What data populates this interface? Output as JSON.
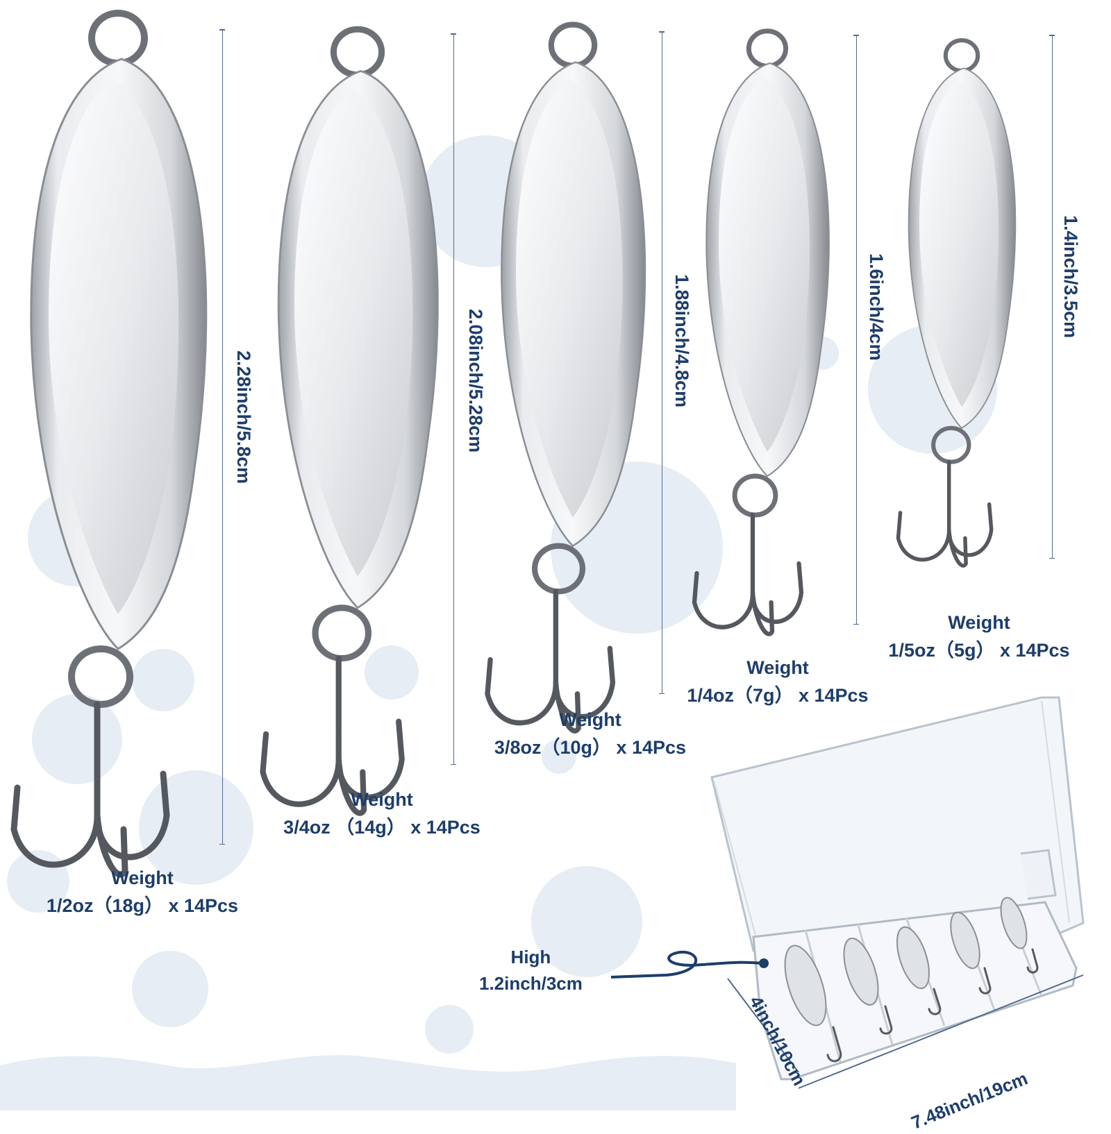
{
  "colors": {
    "text": "#1d3d6a",
    "bubble": "#e6edf4",
    "metal_light": "#f2f3f5",
    "metal_dark": "#8c9096"
  },
  "lures": [
    {
      "size_label": "2.28inch/5.8cm",
      "weight_title": "Weight",
      "weight_text": "1/2oz（18g） x 14Pcs"
    },
    {
      "size_label": "2.08inch/5.28cm",
      "weight_title": "Weight",
      "weight_text": "3/4oz （14g） x 14Pcs"
    },
    {
      "size_label": "1.88inch/4.8cm",
      "weight_title": "Weight",
      "weight_text": "3/8oz（10g） x 14Pcs"
    },
    {
      "size_label": "1.6inch/4cm",
      "weight_title": "Weight",
      "weight_text": "1/4oz（7g） x 14Pcs"
    },
    {
      "size_label": "1.4inch/3.5cm",
      "weight_title": "Weight",
      "weight_text": "1/5oz（5g） x 14Pcs"
    }
  ],
  "box": {
    "high_title": "High",
    "high_value": "1.2inch/3cm",
    "width_label": "4inch/10cm",
    "length_label": "7.48inch/19cm"
  }
}
